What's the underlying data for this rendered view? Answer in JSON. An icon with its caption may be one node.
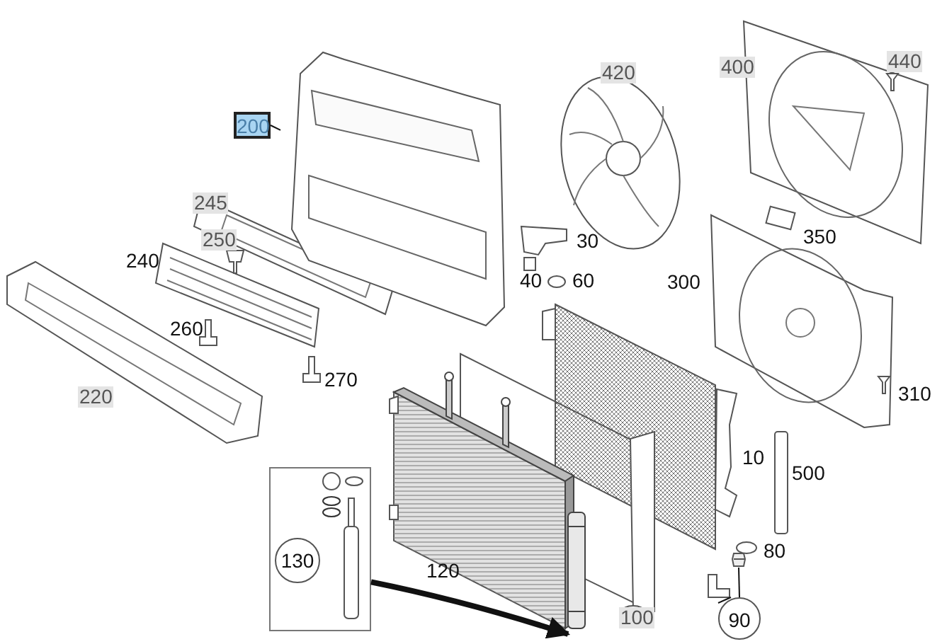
{
  "diagram": {
    "nodes": [
      {
        "text": [
          "200"
        ]
      },
      {
        "text": [],
        "shape": "picture"
      },
      {
        "text": [],
        "shape": "box"
      },
      {
        "text": [
          "130"
        ],
        "in": 2
      },
      {
        "text": [],
        "shape": "picture"
      },
      {
        "text": [
          "90"
        ]
      },
      {
        "text": [],
        "shape": "picture"
      },
      {
        "text": [],
        "shape": "picture"
      }
    ],
    "edges": [
      {
        "from": 0,
        "to": 1,
        "arrow": "none"
      },
      {
        "from": 2,
        "to": 4,
        "arrow": "to",
        "style": "thick"
      },
      {
        "from": 5,
        "to": 6,
        "arrow": "none"
      },
      {
        "from": 5,
        "to": 7,
        "arrow": "none"
      }
    ],
    "labels": [
      "440",
      "420",
      "400",
      "245",
      "250",
      "240",
      "30",
      "350",
      "40",
      "60",
      "300",
      "260",
      "270",
      "220",
      "310",
      "10",
      "500",
      "80",
      "120",
      "100"
    ]
  }
}
